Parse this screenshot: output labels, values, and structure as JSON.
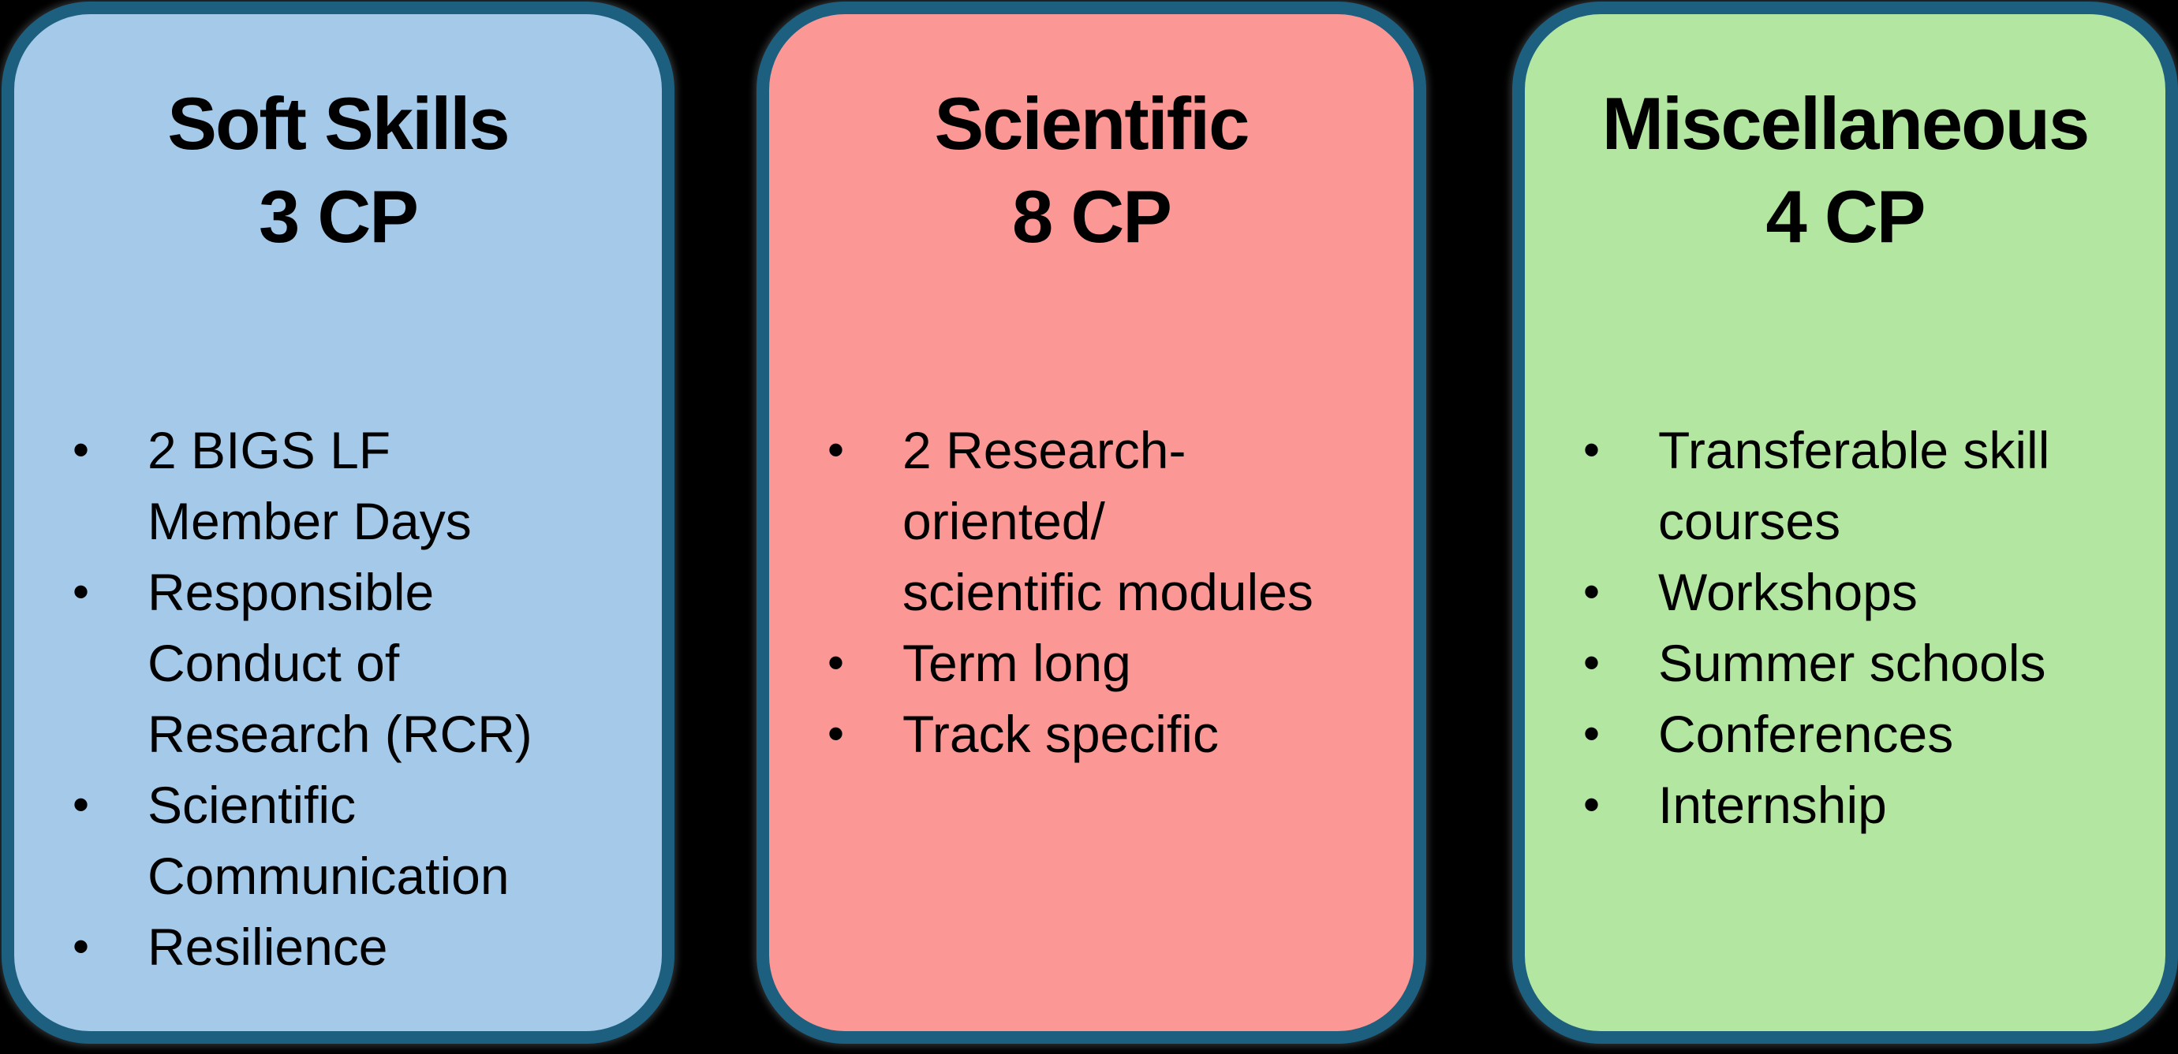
{
  "background_color": "#000000",
  "border_color": "#1c5f7f",
  "text_color": "#000000",
  "bullet_char": "•",
  "cards": [
    {
      "id": "soft-skills",
      "title": "Soft Skills",
      "credits": "3 CP",
      "fill_color": "#a5c9e9",
      "items": [
        "2 BIGS LF\nMember Days",
        "Responsible\nConduct of\nResearch (RCR)",
        "Scientific\nCommunication",
        "Resilience"
      ]
    },
    {
      "id": "scientific",
      "title": "Scientific",
      "credits": "8 CP",
      "fill_color": "#fb9794",
      "items": [
        "2 Research-\noriented/\nscientific modules",
        "Term long",
        "Track specific"
      ]
    },
    {
      "id": "miscellaneous",
      "title": "Miscellaneous",
      "credits": "4 CP",
      "fill_color": "#b3e6a1",
      "items": [
        "Transferable skill\ncourses",
        "Workshops",
        "Summer schools",
        "Conferences",
        "Internship"
      ]
    }
  ]
}
